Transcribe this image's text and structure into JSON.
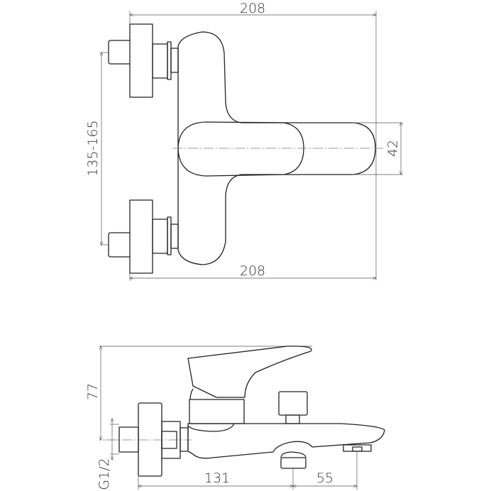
{
  "title": "Bath mixer dimension drawing",
  "top_view": {
    "width_top": "208",
    "width_bottom": "208",
    "spacing": "135-165",
    "spout_height": "42"
  },
  "side_view": {
    "height": "77",
    "thread": "G1/2",
    "to_diverter": "131",
    "diverter_to_outlet": "55"
  },
  "colors": {
    "line": "#222222",
    "dimension": "#555555"
  }
}
